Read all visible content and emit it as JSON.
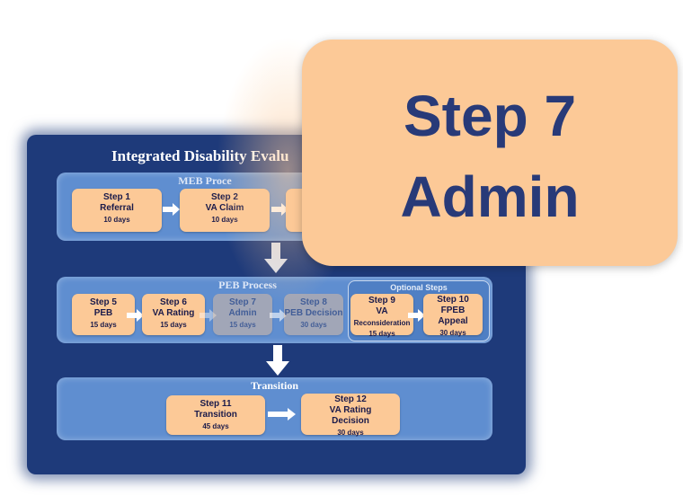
{
  "diagram": {
    "title": "Integrated Disability Evalu",
    "meb": {
      "title": "MEB Proce"
    },
    "peb": {
      "title": "PEB Process"
    },
    "optional": {
      "title": "Optional Steps"
    },
    "transition": {
      "title": "Transition"
    },
    "steps": {
      "s1": {
        "step": "Step 1",
        "name": "Referral",
        "days": "10 days"
      },
      "s2": {
        "step": "Step 2",
        "name": "VA Claim",
        "days": "10 days"
      },
      "s5": {
        "step": "Step 5",
        "name": "PEB",
        "days": "15 days"
      },
      "s6": {
        "step": "Step 6",
        "name": "VA Rating",
        "days": "15 days"
      },
      "s7": {
        "step": "Step 7",
        "name": "Admin",
        "days": "15 days"
      },
      "s8": {
        "step": "Step 8",
        "name": "PEB Decision",
        "days": "30 days"
      },
      "s9": {
        "step": "Step 9",
        "name": "VA",
        "name2": "Reconsideration",
        "days": "15 days"
      },
      "s10": {
        "step": "Step 10",
        "name": "FPEB",
        "name2": "Appeal",
        "days": "30 days"
      },
      "s11": {
        "step": "Step 11",
        "name": "Transition",
        "days": "45 days"
      },
      "s12": {
        "step": "Step 12",
        "name": "VA Rating",
        "name2": "Decision",
        "days": "30 days"
      }
    }
  },
  "callout": {
    "line1": "Step 7",
    "line2": "Admin"
  },
  "colors": {
    "board": "#1e3a7a",
    "panel": "#5f8ed0",
    "box": "#fcc997",
    "callout_text": "#283a78"
  }
}
